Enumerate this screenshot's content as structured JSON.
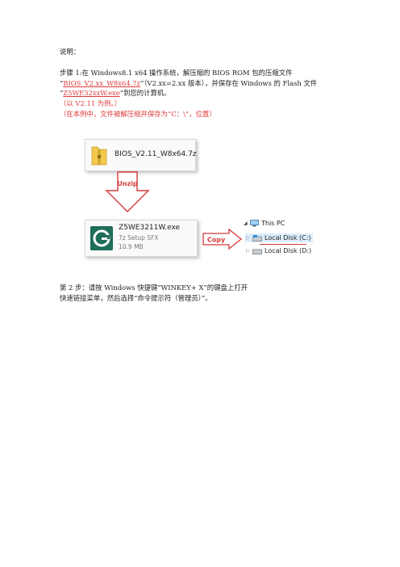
{
  "doc": {
    "intro_label": "说明：",
    "step1": {
      "line1": "步骤 1:在 Windows8.1 x64 操作系统，解压缩的 BIOS ROM 包的压缩文件",
      "line2_quote_open": "“",
      "line2_file": "BIOS_V2.xx_W8x64.7z",
      "line2_rest": "”（V2.xx=2.xx 版本），并保存在 Windows 的 Flash 文件",
      "line3_quote_open": "“",
      "line3_file": "Z5WE32xxW.exe",
      "line3_rest": "”到您的计算机。",
      "note1": "（以 V2.11 为例。）",
      "note2": "（在本例中，文件被解压缩并保存为“C：\\”，位置）"
    },
    "step2": {
      "line1": "第 2 步：请按 Windows 快捷键“WINKEY+ X”的键盘上打开",
      "line2": "快速链接菜单，然后选择“命令提示符（管理员）”。"
    }
  },
  "figure": {
    "zip_file_name": "BIOS_V2.11_W8x64.7z",
    "unzip_label": "Unzip",
    "exe_file": {
      "name": "Z5WE3211W.exe",
      "type": "7z Setup SFX",
      "size": "10.9 MB"
    },
    "copy_label": "Copy",
    "tree": {
      "root": "This PC",
      "disk_c": "Local Disk (C:)",
      "disk_d": "Local Disk (D:)"
    },
    "colors": {
      "arrow": "#d43a3a",
      "folder": "#f2c94c",
      "selected_bg": "#dbeefc"
    }
  }
}
